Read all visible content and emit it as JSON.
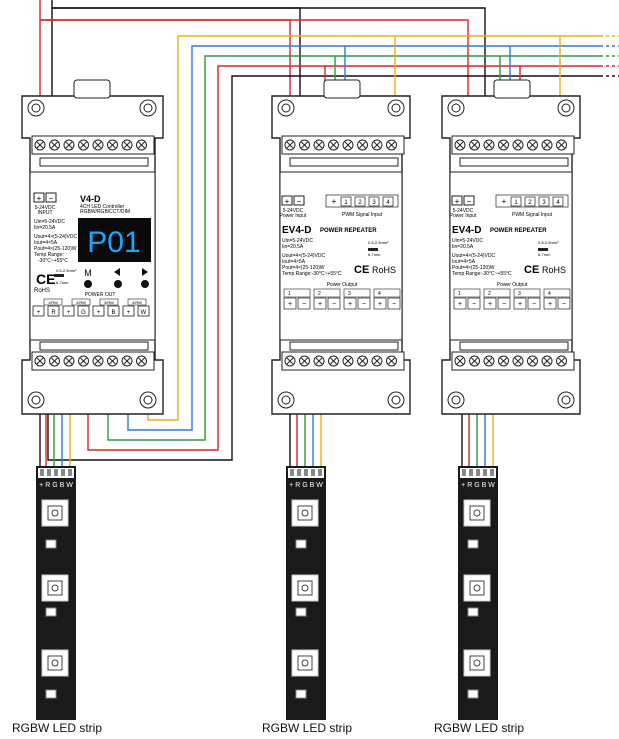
{
  "colors": {
    "red": "#d62828",
    "green": "#2a9d3a",
    "blue": "#2b7bd6",
    "yellow": "#e8b021",
    "black": "#111111",
    "display_bg": "#0a0a0a",
    "display_digits": "#19a7ff",
    "strip_bg": "#1a1a1a"
  },
  "controller": {
    "icon": "led-controller-device",
    "input_pos": "+",
    "input_neg": "−",
    "input_label": "5-24VDC",
    "input_label2": "INPUT",
    "model": "V4-D",
    "subtitle": "4CH LED Controller",
    "subtitle2": "RGBW/RGB/CCT/DIM",
    "spec_uin": "Uin=5-24VDC",
    "spec_iin": "Iin=20.5A",
    "spec_uout": "Uout=4×(5-24)VDC",
    "spec_iout": "Iout=4×5A",
    "spec_pout": "Pout=4×(25-120)W",
    "spec_temp_label": "Temp Range:",
    "spec_temp_val": "-30°C~+55°C",
    "display": "P01",
    "btn_m": "M",
    "wire_size": "0.5-2.5mm²",
    "wire_len": "6-7mm",
    "ce": "CE",
    "rohs": "RoHS",
    "power_out": "POWER OUT",
    "ch_labels": [
      "1/RW",
      "2/RW",
      "3/RW",
      "4/RW"
    ],
    "terminals": [
      "+",
      "R",
      "+",
      "G",
      "+",
      "B",
      "+",
      "W"
    ]
  },
  "repeaters": [
    {
      "icon": "power-repeater-device",
      "power_input": "Power Input",
      "power_input_v": "5-24VDC",
      "pwm_label": "PWM Signal Input",
      "pwm_nums": [
        "1",
        "2",
        "3",
        "4"
      ],
      "model": "EV4-D",
      "model_sub": "POWER REPEATER",
      "spec_uin": "Uin=5-24VDC",
      "spec_iin": "Iin=20.5A",
      "spec_uout": "Uout=4×(5-24)VDC",
      "spec_iout": "Iout=4×5A",
      "spec_pout": "Pout=4×(25-120)W",
      "spec_temp": "Temp Range:-30°C~+55°C",
      "wire_size": "0.5-2.5mm²",
      "wire_len": "6-7mm",
      "ce": "CE",
      "rohs": "RoHS",
      "power_output": "Power Output",
      "out_nums": [
        "1",
        "2",
        "3",
        "4"
      ]
    },
    {
      "icon": "power-repeater-device",
      "power_input": "Power Input",
      "power_input_v": "5-24VDC",
      "pwm_label": "PWM Signal Input",
      "pwm_nums": [
        "1",
        "2",
        "3",
        "4"
      ],
      "model": "EV4-D",
      "model_sub": "POWER REPEATER",
      "spec_uin": "Uin=5-24VDC",
      "spec_iin": "Iin=20.5A",
      "spec_uout": "Uout=4×(5-24)VDC",
      "spec_iout": "Iout=4×5A",
      "spec_pout": "Pout=4×(25-120)W",
      "spec_temp": "Temp Range:-30°C~+55°C",
      "wire_size": "0.5-2.5mm²",
      "wire_len": "6-7mm",
      "ce": "CE",
      "rohs": "RoHS",
      "power_output": "Power Output",
      "out_nums": [
        "1",
        "2",
        "3",
        "4"
      ]
    }
  ],
  "strips": [
    {
      "icon": "led-strip",
      "pins": "+ R G B W",
      "label": "RGBW LED strip"
    },
    {
      "icon": "led-strip",
      "pins": "+ R G B W",
      "label": "RGBW LED strip"
    },
    {
      "icon": "led-strip",
      "pins": "+ R G B W",
      "label": "RGBW LED strip"
    }
  ]
}
